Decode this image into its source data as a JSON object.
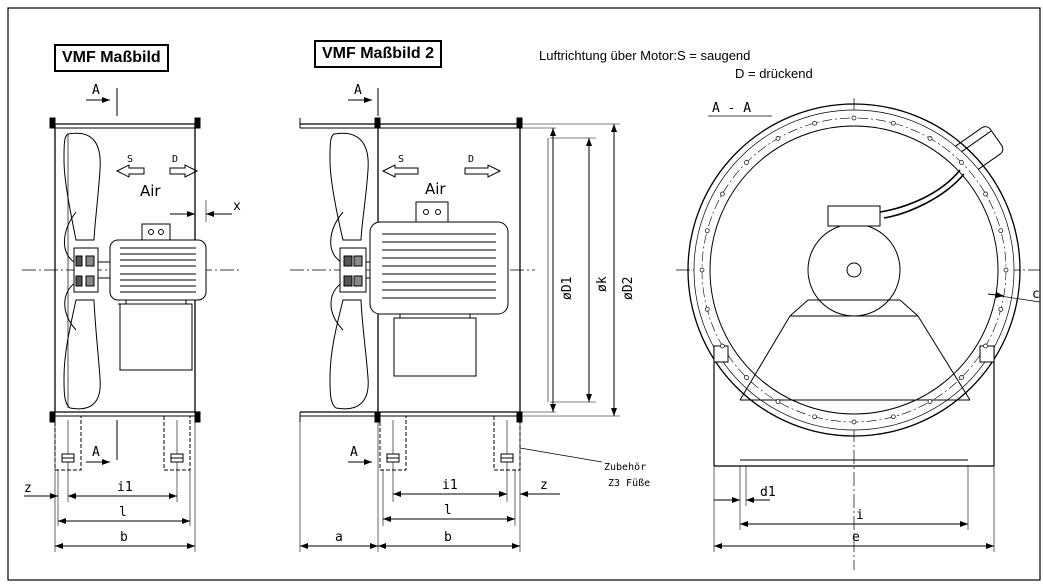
{
  "titles": {
    "view1": "VMF Maßbild",
    "view2": "VMF Maßbild 2"
  },
  "legend": {
    "line1": "Luftrichtung über Motor:S = saugend",
    "line2": "D = drückend"
  },
  "view1": {
    "section_mark": "A",
    "flow_s": "S",
    "flow_d": "D",
    "air": "Air",
    "dim_x": "x",
    "dim_z": "z",
    "dim_i1": "i1",
    "dim_l": "l",
    "dim_b": "b"
  },
  "view2": {
    "section_mark": "A",
    "flow_s": "S",
    "flow_d": "D",
    "air": "Air",
    "dim_D1": "øD1",
    "dim_k": "øk",
    "dim_D2": "øD2",
    "dim_z": "z",
    "dim_i1": "i1",
    "dim_l": "l",
    "dim_a": "a",
    "dim_b": "b",
    "accessory_line1": "Zubehör",
    "accessory_line2": "Z3 Füße"
  },
  "view3": {
    "section_label": "A - A",
    "dim_c": "c",
    "dim_d1": "d1",
    "dim_i": "i",
    "dim_e": "e"
  }
}
